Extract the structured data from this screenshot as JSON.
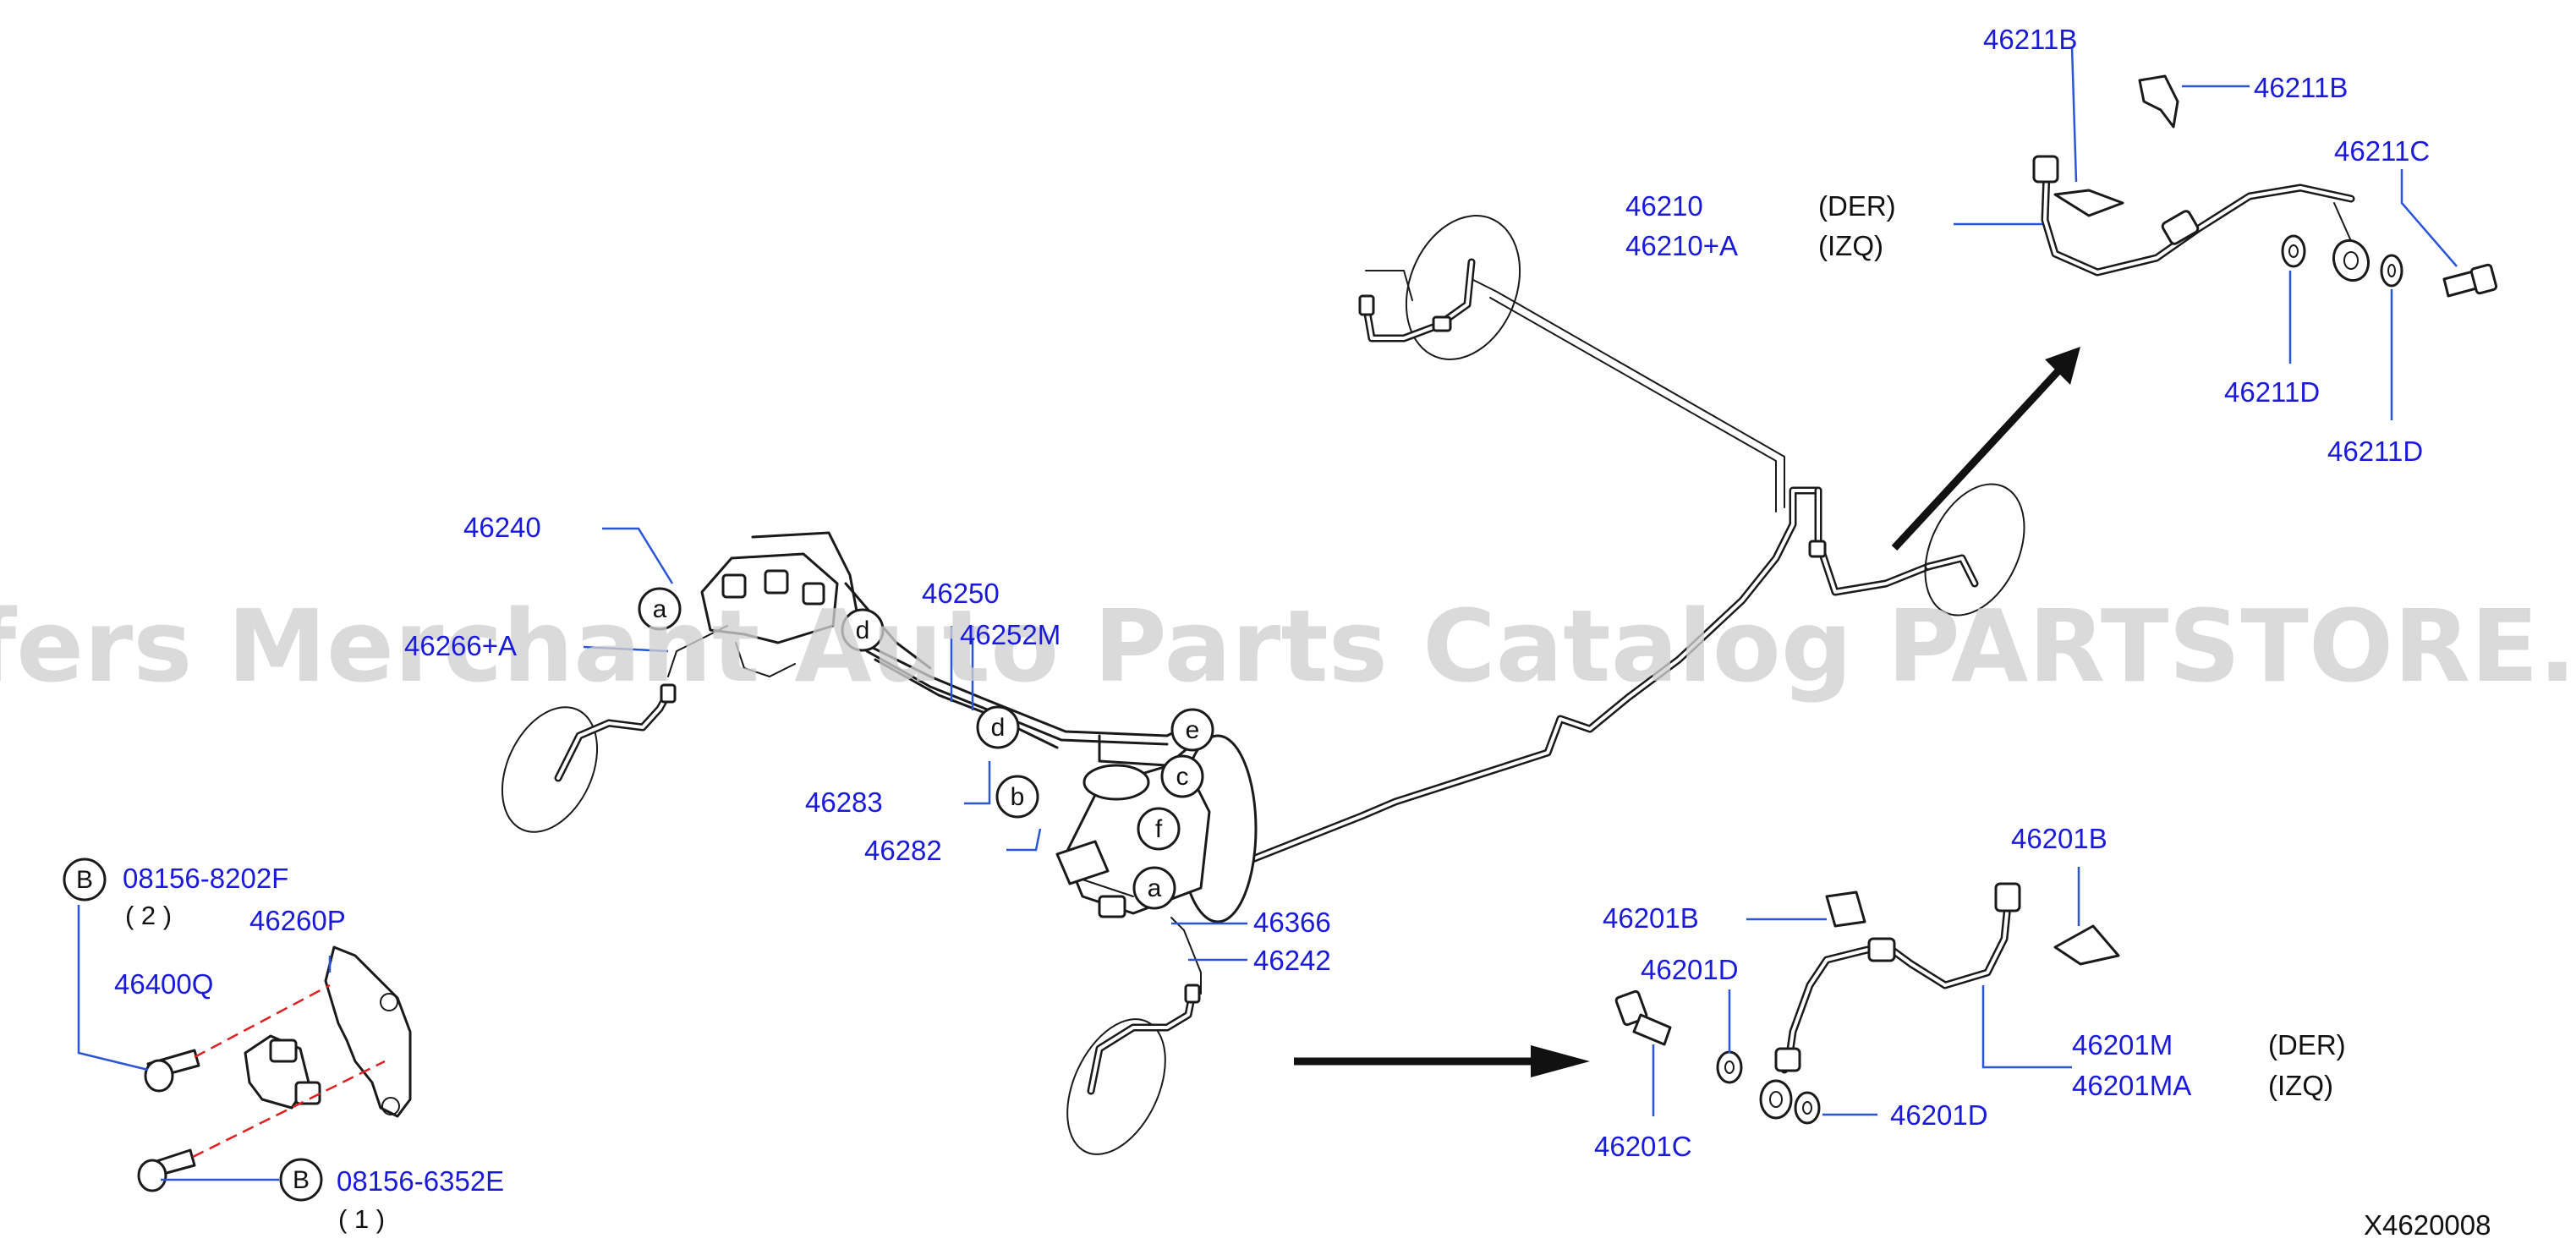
{
  "watermark": "Offers Merchant Auto Parts Catalog PARTSTORE.SA",
  "drawing_code": "X4620008",
  "parts": {
    "p46211B_top": "46211B",
    "p46211B_right": "46211B",
    "p46211C": "46211C",
    "p46210": "46210",
    "p46210A": "46210+A",
    "p46211D_a": "46211D",
    "p46211D_b": "46211D",
    "p46240": "46240",
    "p46266A": "46266+A",
    "p46250": "46250",
    "p46252M": "46252M",
    "p46283": "46283",
    "p46282": "46282",
    "p46366": "46366",
    "p46242": "46242",
    "p08156_8202F": "08156-8202F",
    "p46260P": "46260P",
    "p46400Q": "46400Q",
    "p08156_6352E": "08156-6352E",
    "p46201B_right": "46201B",
    "p46201B_left": "46201B",
    "p46201D_top": "46201D",
    "p46201C": "46201C",
    "p46201M": "46201M",
    "p46201MA": "46201MA",
    "p46201D_bottom": "46201D"
  },
  "sides": {
    "der_top": "(DER)",
    "izq_top": "(IZQ)",
    "der_bottom": "(DER)",
    "izq_bottom": "(IZQ)"
  },
  "quantities": {
    "q2": "( 2 )",
    "q1": "( 1 )"
  },
  "refs": {
    "a1": "a",
    "d1": "d",
    "d2": "d",
    "e": "e",
    "c": "c",
    "b": "b",
    "f": "f",
    "a2": "a",
    "B1": "B",
    "B2": "B"
  },
  "colors": {
    "part_label": "#1a1adb",
    "leader": "#2a55d8",
    "ink": "#1a1a1a",
    "watermark": "#cfcfcf",
    "dash": "#e02020"
  }
}
